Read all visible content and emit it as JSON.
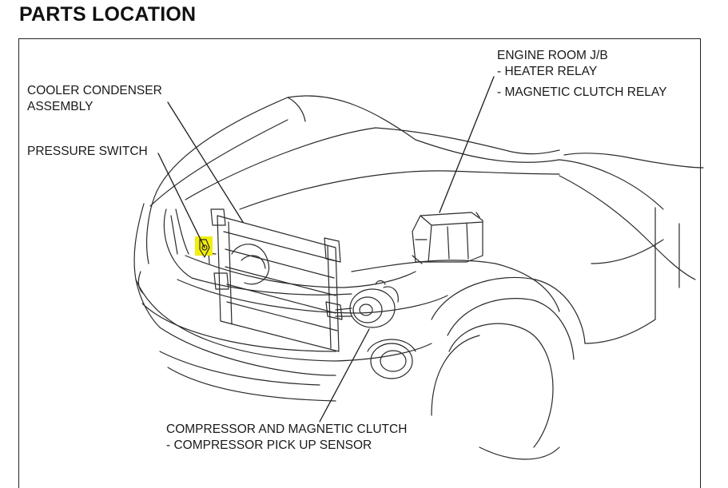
{
  "page": {
    "title": "PARTS LOCATION"
  },
  "callouts": {
    "engine_room_jb": {
      "name": "ENGINE ROOM J/B",
      "items": [
        "- HEATER RELAY",
        "- MAGNETIC CLUTCH RELAY"
      ]
    },
    "cooler_condenser": {
      "lines": [
        "COOLER CONDENSER",
        "ASSEMBLY"
      ]
    },
    "pressure_switch": {
      "name": "PRESSURE SWITCH"
    },
    "compressor": {
      "name": "COMPRESSOR AND MAGNETIC CLUTCH",
      "items": [
        "- COMPRESSOR PICK UP SENSOR"
      ]
    }
  },
  "colors": {
    "line": "#2a2a2a",
    "highlight": "#f2ee0a"
  }
}
